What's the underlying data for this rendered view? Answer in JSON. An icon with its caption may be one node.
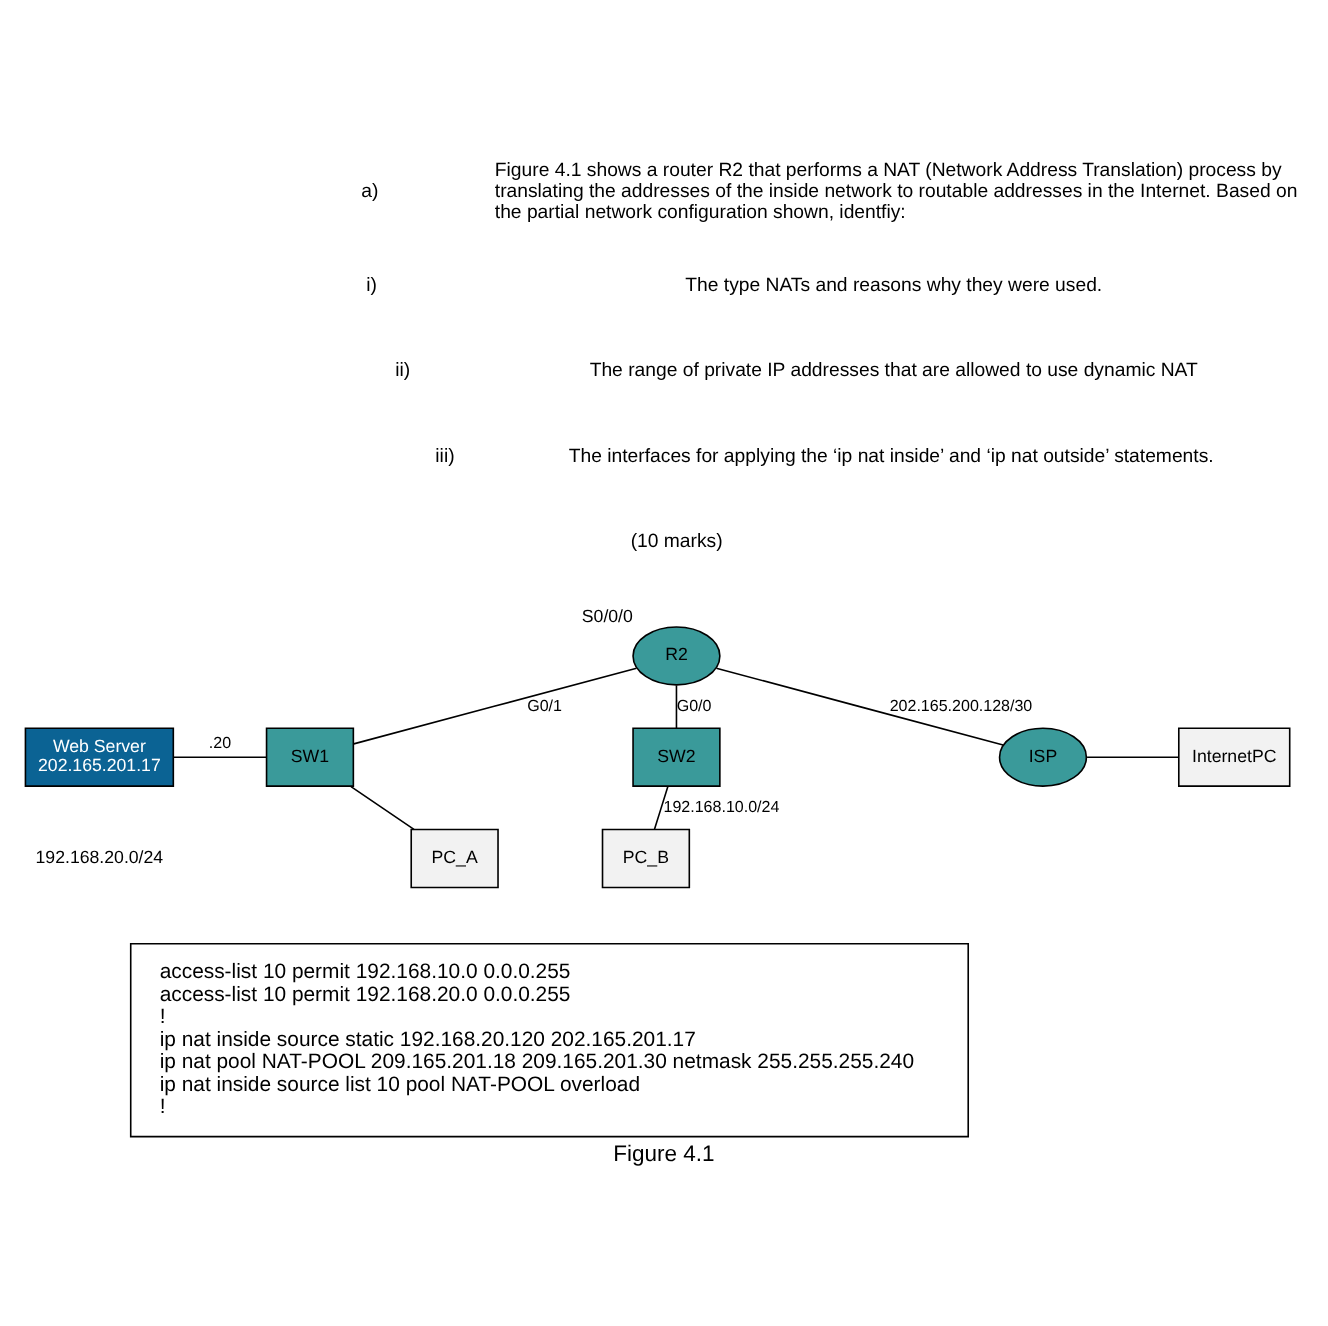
{
  "diagram": {
    "caption": "Figure 4.1",
    "nodes": [
      {
        "text": [
          "Web Server",
          "202.165.201.17"
        ]
      },
      {
        "text": [
          "SW1"
        ]
      },
      {
        "text": [
          "R2"
        ],
        "beside": [
          "S0/0/0"
        ]
      },
      {
        "text": [
          "SW2"
        ]
      },
      {
        "text": [
          "ISP"
        ]
      },
      {
        "text": [
          "InternetPC"
        ]
      },
      {
        "text": [
          "PC_A"
        ]
      },
      {
        "text": [
          "PC_B"
        ]
      },
      {
        "text": [
          "access-list 10 permit 192.168.10.0 0.0.0.255",
          "access-list 10 permit 192.168.20.0 0.0.0.255",
          "!",
          "ip nat inside source static 192.168.20.120 202.165.201.17",
          "ip nat pool NAT-POOL 209.165.201.18 209.165.201.30 netmask 255.255.255.240",
          "ip nat inside source list 10 pool NAT-POOL overload",
          "!"
        ]
      }
    ],
    "edges": [
      {
        "from": 0,
        "to": 1,
        "arrow": "none",
        "label": ".20"
      },
      {
        "from": 1,
        "to": 2,
        "arrow": "none",
        "label": "G0/1"
      },
      {
        "from": 2,
        "to": 4,
        "arrow": "none",
        "label": "202.165.200.128/30"
      },
      {
        "from": 4,
        "to": 5,
        "arrow": "none"
      },
      {
        "from": 2,
        "to": 3,
        "arrow": "none",
        "label": "G0/0"
      },
      {
        "from": 3,
        "to": 7,
        "arrow": "none",
        "label": "192.168.10.0/24"
      },
      {
        "from": 1,
        "to": 6,
        "arrow": "none"
      }
    ],
    "labels": [
      "a)",
      "Figure 4.1 shows a router R2 that performs a NAT (Network Address Translation) process by translating the addresses of the inside network to routable addresses in the Internet. Based on the partial network configuration shown, identfiy:",
      "i)",
      "The type NATs and reasons why they were used.",
      "ii)",
      "The range of private IP addresses that are allowed to use dynamic NAT",
      "iii)",
      "The interfaces for applying the ‘ip nat inside’ and ‘ip nat outside’ statements.",
      "(10 marks)",
      "192.168.20.0/24"
    ]
  }
}
